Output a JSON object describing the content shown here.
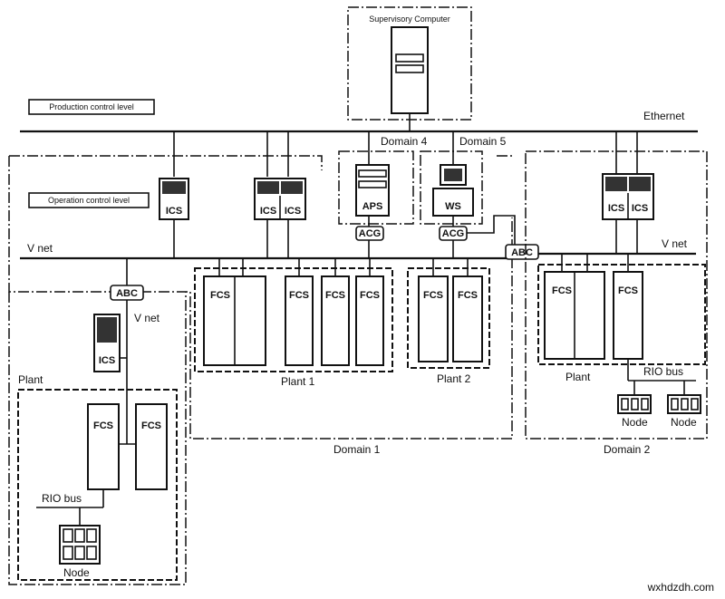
{
  "labels": {
    "supervisory_computer": "Supervisory Computer",
    "production_control_level": "Production control level",
    "operation_control_level": "Operation control level",
    "ethernet": "Ethernet",
    "domain4": "Domain 4",
    "domain5": "Domain 5",
    "vnet_left": "V net",
    "vnet_right": "V net",
    "vnet_plant": "V net",
    "abc": "ABC",
    "acg": "ACG",
    "aps": "APS",
    "ws": "WS",
    "ics": "ICS",
    "fcs": "FCS",
    "plant": "Plant",
    "plant1": "Plant 1",
    "plant2": "Plant 2",
    "domain1": "Domain 1",
    "domain2": "Domain 2",
    "rio_bus": "RIO bus",
    "node": "Node",
    "watermark": "wxhdzdh.com"
  }
}
